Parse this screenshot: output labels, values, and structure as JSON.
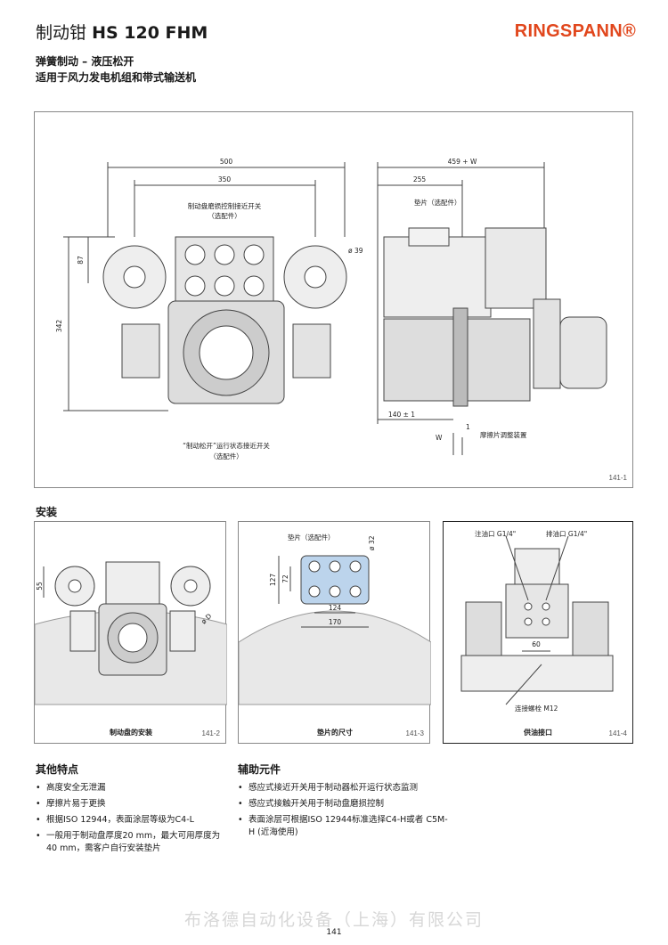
{
  "header": {
    "title_prefix": "制动钳",
    "title_model": "HS 120 FHM",
    "logo": "RINGSPANN®",
    "subtitle1": "弹簧制动 – 液压松开",
    "subtitle2": "适用于风力发电机组和带式输送机"
  },
  "fig1": {
    "figno": "141-1",
    "dim_500": "500",
    "dim_350": "350",
    "dim_459w": "459 + W",
    "dim_255": "255",
    "dim_87": "87",
    "dim_342": "342",
    "dim_d39": "ø 39",
    "dim_140": "140 ± 1",
    "dim_w": "W",
    "dim_1": "1",
    "note_wear_1": "制动盘磨损控制接近开关",
    "note_wear_2": "（选配件）",
    "note_shim": "垫片（选配件）",
    "note_release_1": "“制动松开”运行状态接近开关",
    "note_release_2": "（选配件）",
    "note_adjust": "摩擦片调整装置"
  },
  "install_title": "安装",
  "fig2": {
    "figno": "141-2",
    "caption": "制动盘的安装",
    "dim_55": "55",
    "dim_d": "ø D"
  },
  "fig3": {
    "figno": "141-3",
    "caption": "垫片的尺寸",
    "note_shim": "垫片（选配件）",
    "dim_d32": "ø 32",
    "dim_127": "127",
    "dim_72": "72",
    "dim_124": "124",
    "dim_170": "170"
  },
  "fig4": {
    "figno": "141-4",
    "caption": "供油接口",
    "inlet": "注油口 G1/4\"",
    "vent": "排油口 G1/4\"",
    "dim_60": "60",
    "bolt": "连接螺栓 M12"
  },
  "features": {
    "title": "其他特点",
    "items": [
      "高度安全无泄漏",
      "摩擦片易于更换",
      "根据ISO 12944，表面涂层等级为C4-L",
      "一般用于制动盘厚度20 mm，最大可用厚度为 40 mm，需客户自行安装垫片"
    ]
  },
  "accessories": {
    "title": "辅助元件",
    "items": [
      "感应式接近开关用于制动器松开运行状态监测",
      "感应式接触开关用于制动盘磨损控制",
      "表面涂层可根据ISO 12944标准选择C4-H或者 C5M-H (近海使用)"
    ]
  },
  "footer": {
    "watermark": "布洛德自动化设备（上海）有限公司",
    "page": "141"
  }
}
